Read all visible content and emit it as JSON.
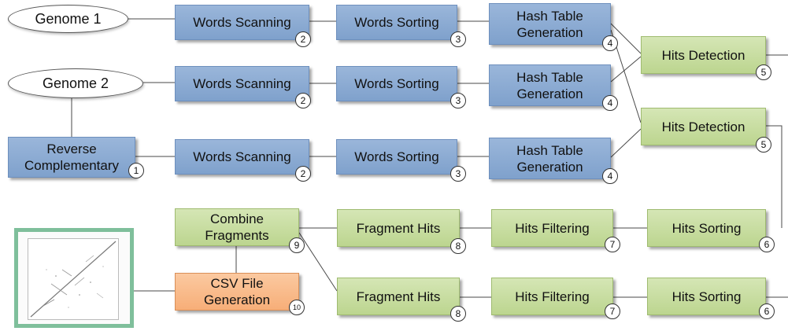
{
  "inputs": {
    "genome1": "Genome 1",
    "genome2": "Genome 2"
  },
  "row1": {
    "scan": {
      "label": "Words Scanning",
      "step": "2"
    },
    "sort": {
      "label": "Words Sorting",
      "step": "3"
    },
    "hash": {
      "label": "Hash Table Generation",
      "step": "4"
    }
  },
  "row2": {
    "scan": {
      "label": "Words Scanning",
      "step": "2"
    },
    "sort": {
      "label": "Words Sorting",
      "step": "3"
    },
    "hash": {
      "label": "Hash Table Generation",
      "step": "4"
    }
  },
  "row3": {
    "reverse": {
      "label": "Reverse Complementary",
      "step": "1"
    },
    "scan": {
      "label": "Words Scanning",
      "step": "2"
    },
    "sort": {
      "label": "Words Sorting",
      "step": "3"
    },
    "hash": {
      "label": "Hash Table Generation",
      "step": "4"
    }
  },
  "detect_a": {
    "label": "Hits Detection",
    "step": "5"
  },
  "detect_b": {
    "label": "Hits Detection",
    "step": "5"
  },
  "chain_a": {
    "sorting": {
      "label": "Hits Sorting",
      "step": "6"
    },
    "filtering": {
      "label": "Hits Filtering",
      "step": "7"
    },
    "fragment": {
      "label": "Fragment Hits",
      "step": "8"
    }
  },
  "chain_b": {
    "sorting": {
      "label": "Hits Sorting",
      "step": "6"
    },
    "filtering": {
      "label": "Hits Filtering",
      "step": "7"
    },
    "fragment": {
      "label": "Fragment Hits",
      "step": "8"
    }
  },
  "combine": {
    "label": "Combine Fragments",
    "step": "9"
  },
  "csv": {
    "label": "CSV File Generation",
    "step": "10"
  },
  "colors": {
    "blue": "#8faad3",
    "green": "#c3da9c",
    "orange": "#f9b886",
    "thumbnail_border": "#7fbf9b"
  }
}
